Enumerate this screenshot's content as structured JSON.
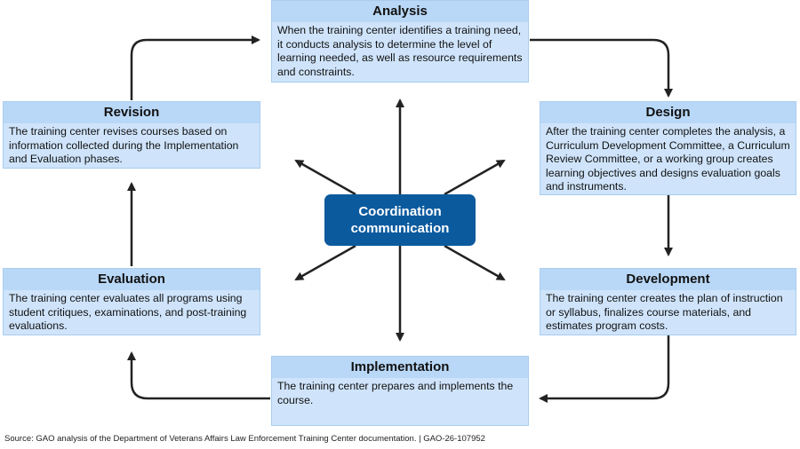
{
  "analysis": {
    "title": "Analysis",
    "text": "When the training center identifies a training need, it conducts analysis to determine the level of learning needed, as well as resource requirements and constraints."
  },
  "design": {
    "title": "Design",
    "text": "After the training center completes the analysis, a Curriculum Development Committee, a Curriculum Review Committee, or a working group creates learning objectives and designs evaluation goals and instruments."
  },
  "development": {
    "title": "Development",
    "text": "The training center creates the plan of instruction or syllabus, finalizes course materials, and estimates program costs."
  },
  "implementation": {
    "title": "Implementation",
    "text": "The training center prepares and implements the course."
  },
  "evaluation": {
    "title": "Evaluation",
    "text": "The training center evaluates all programs using student critiques, examinations, and post-training evaluations."
  },
  "revision": {
    "title": "Revision",
    "text": "The training center revises courses based on information collected during the Implementation and Evaluation phases."
  },
  "center": {
    "line1": "Coordination",
    "line2": "communication"
  },
  "source": "Source: GAO analysis of the Department of Veterans Affairs Law Enforcement Training Center documentation.  |  GAO-26-107952",
  "colors": {
    "box_fill": "#cfe4fb",
    "box_header": "#b9d8f7",
    "center_fill": "#0b5a9e",
    "arrow": "#222222"
  }
}
